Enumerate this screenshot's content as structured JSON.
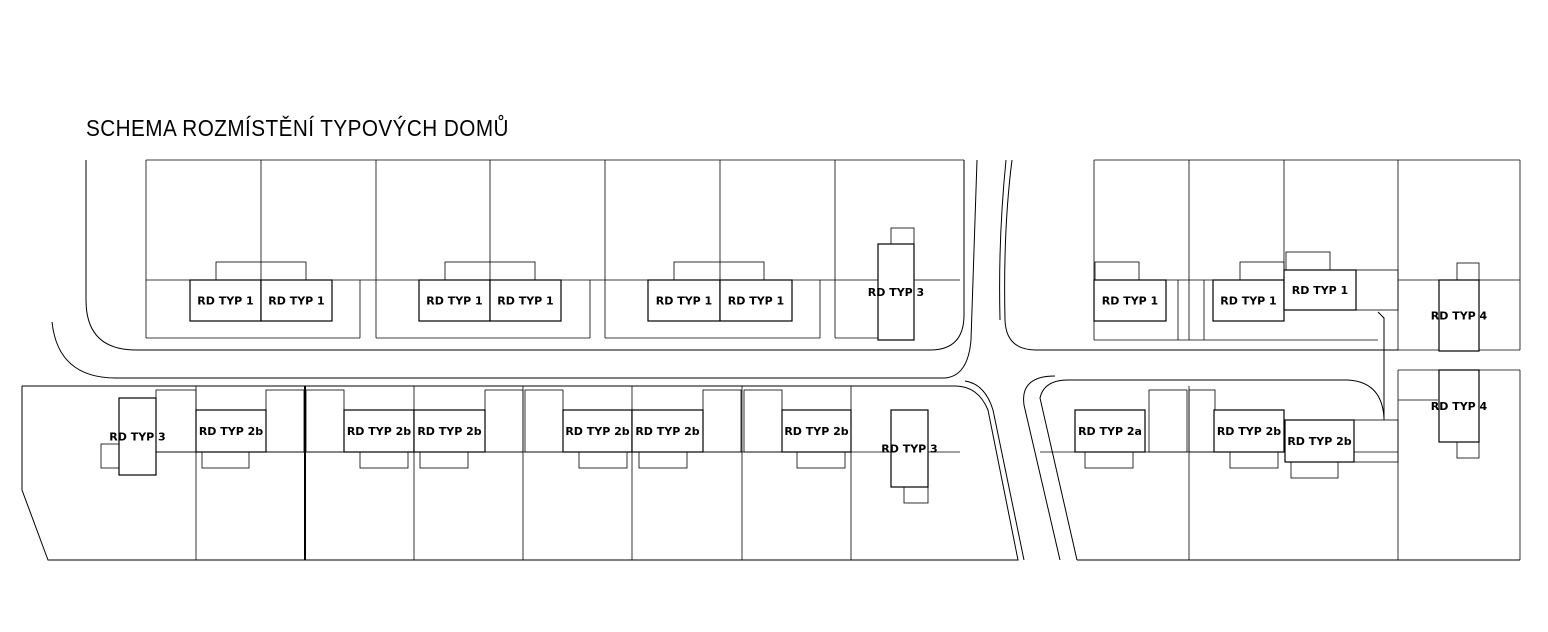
{
  "title": "SCHEMA ROZMÍSTĚNÍ TYPOVÝCH DOMŮ",
  "houses": {
    "a1": "RD TYP 1",
    "a2": "RD TYP 1",
    "a3": "RD TYP 1",
    "a4": "RD TYP 1",
    "a5": "RD TYP 1",
    "a6": "RD TYP 1",
    "a7": "RD TYP 3",
    "b1": "RD TYP 1",
    "b2": "RD TYP 1",
    "b3": "RD TYP 1",
    "b4": "RD TYP 4",
    "c1": "RD TYP 3",
    "c2": "RD TYP 2b",
    "c3": "RD TYP 2b",
    "c4": "RD TYP 2b",
    "c5": "RD TYP 2b",
    "c6": "RD TYP 2b",
    "c7": "RD TYP 2b",
    "c8": "RD TYP 3",
    "d1": "RD TYP 2a",
    "d2": "RD TYP 2b",
    "d3": "RD TYP 2b",
    "d4": "RD TYP 4"
  }
}
